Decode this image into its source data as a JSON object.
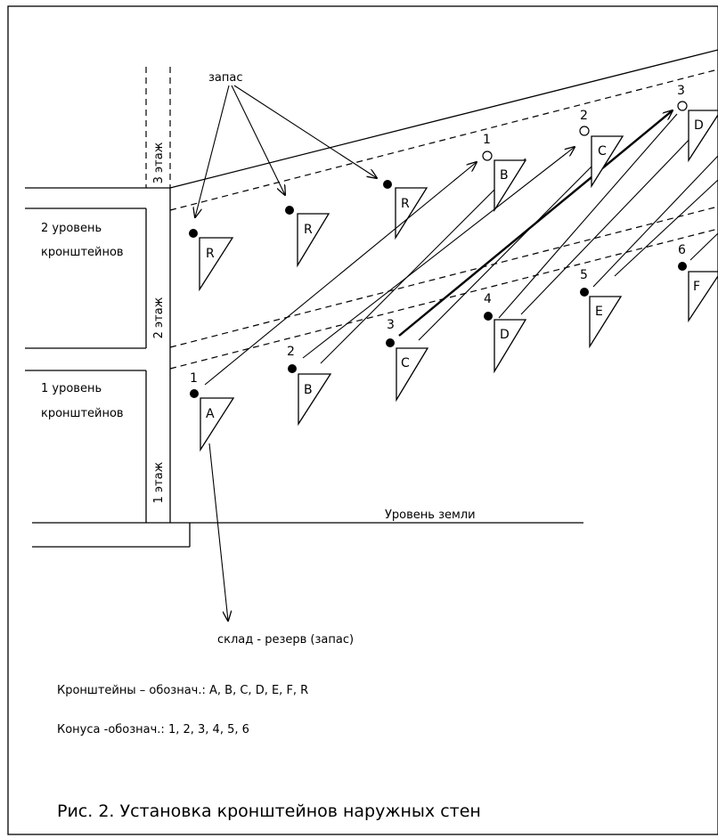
{
  "labels": {
    "reserve_top": "запас",
    "floor3": "3 этаж",
    "floor2": "2 этаж",
    "floor1": "1 этаж",
    "level2_line1": "2 уровень",
    "level2_line2": "кронштейнов",
    "level1_line1": "1 уровень",
    "level1_line2": "кронштейнов",
    "ground": "Уровень земли",
    "warehouse": "склад - резерв (запас)"
  },
  "legend": {
    "brackets": "Кронштейны – обознач.:  A, B, C, D, E, F, R",
    "cones": "Конуса   -обознач.:  1, 2, 3, 4, 5, 6"
  },
  "caption": "Рис. 2.  Установка кронштейнов наружных стен",
  "lower_markers": [
    {
      "num": "1",
      "letter": "A"
    },
    {
      "num": "2",
      "letter": "B"
    },
    {
      "num": "3",
      "letter": "C"
    },
    {
      "num": "4",
      "letter": "D"
    },
    {
      "num": "5",
      "letter": "E"
    },
    {
      "num": "6",
      "letter": "F"
    }
  ],
  "upper_markers": [
    {
      "num": "1",
      "letter": "B"
    },
    {
      "num": "2",
      "letter": "C"
    },
    {
      "num": "3",
      "letter": "D"
    }
  ],
  "reserve_markers": [
    {
      "letter": "R"
    },
    {
      "letter": "R"
    },
    {
      "letter": "R"
    }
  ]
}
